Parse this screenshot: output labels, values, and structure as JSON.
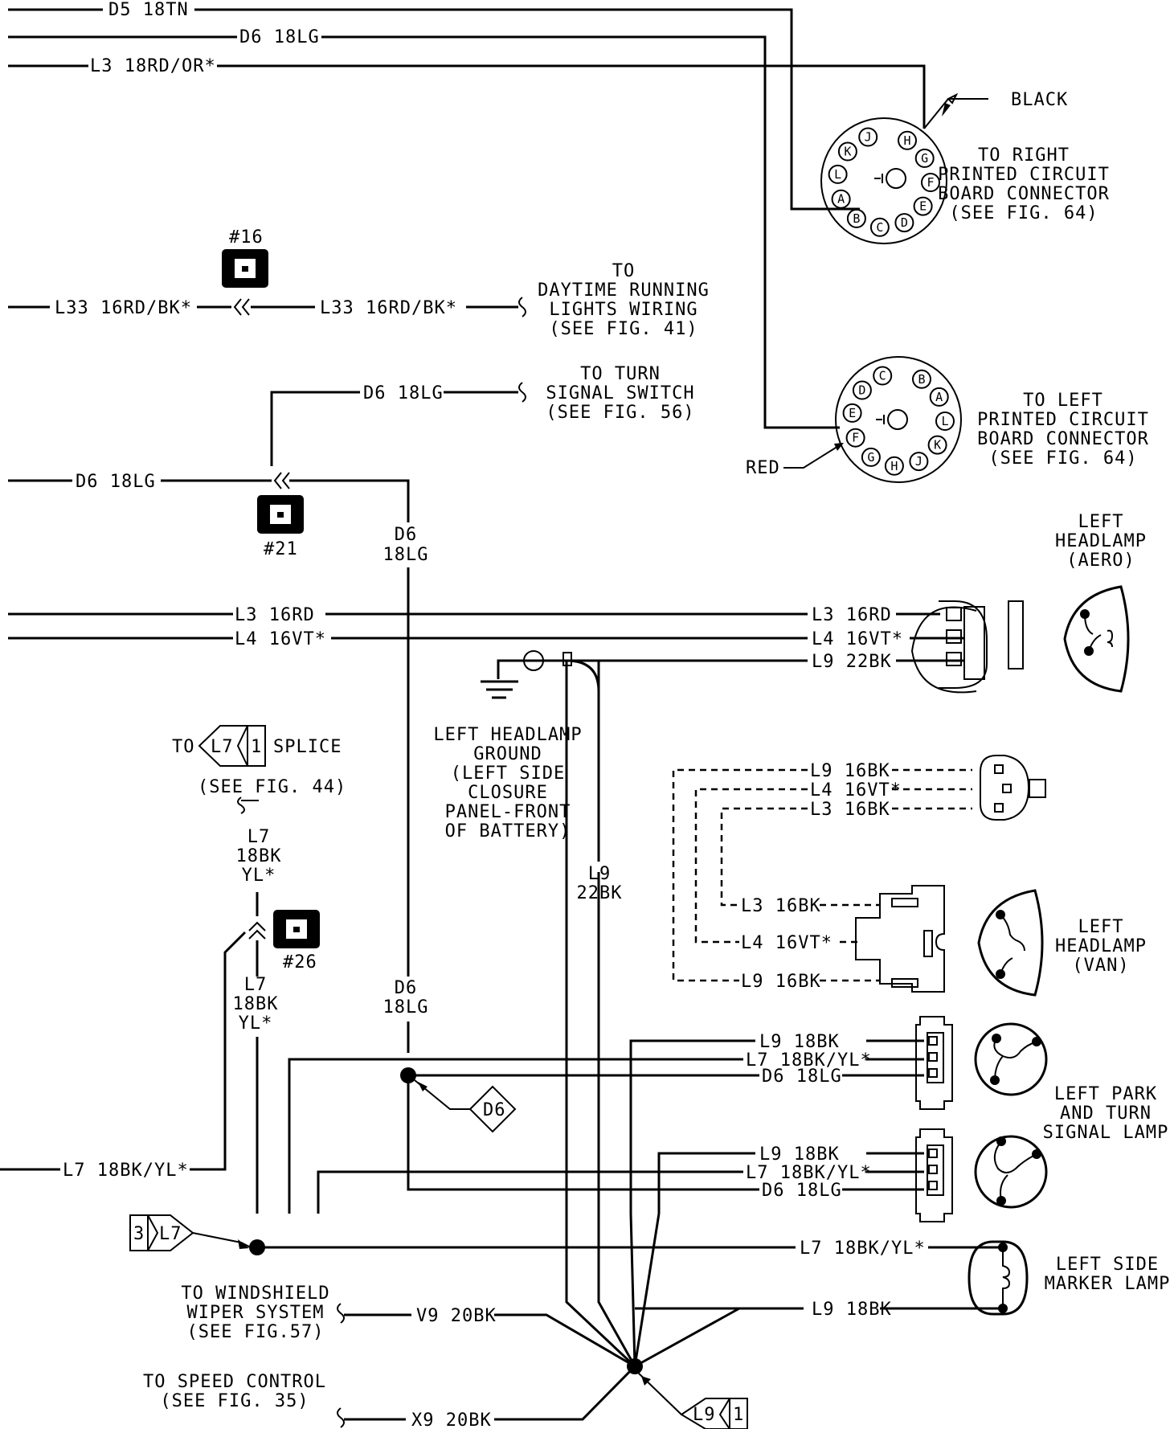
{
  "wires": {
    "d5_18tn": "D5 18TN",
    "d6_18lg_top": "D6 18LG",
    "l3_18rd_or": "L3 18RD/OR*",
    "l33_left": "L33 16RD/BK*",
    "l33_right": "L33 16RD/BK*",
    "d6_18lg_turn": "D6 18LG",
    "d6_18lg_left": "D6 18LG",
    "d6_vertical_top": [
      "D6",
      "18LG"
    ],
    "d6_vertical_bottom": [
      "D6",
      "18LG"
    ],
    "l3_16rd_left": "L3 16RD",
    "l4_16vt_left": "L4 16VT*",
    "l3_16rd_right": "L3 16RD",
    "l4_16vt_right": "L4 16VT*",
    "l9_22bk": "L9 22BK",
    "l9_22bk_vertical": [
      "L9",
      "22BK"
    ],
    "l9_16bk_a": "L9 16BK",
    "l4_16vt_a": "L4 16VT*",
    "l3_16bk_a": "L3 16BK",
    "l3_16bk_b": "L3 16BK",
    "l4_16vt_b": "L4 16VT*",
    "l9_16bk_b": "L9 16BK",
    "l7_vertical_top": [
      "L7",
      "18BK",
      "YL*"
    ],
    "l7_vertical_bottom": [
      "L7",
      "18BK",
      "YL*"
    ],
    "park1_l9": "L9 18BK",
    "park1_l7": "L7 18BK/YL*",
    "park1_d6": "D6 18LG",
    "park2_l9": "L9 18BK",
    "park2_l7": "L7 18BK/YL*",
    "park2_d6": "D6 18LG",
    "l7_left": "L7 18BK/YL*",
    "marker_l7": "L7 18BK/YL*",
    "marker_l9": "L9 18BK",
    "v9_20bk": "V9 20BK",
    "x9_20bk": "X9 20BK"
  },
  "connectors": {
    "c16": "#16",
    "c21": "#21",
    "c26": "#26"
  },
  "labels": {
    "black": "BLACK",
    "red": "RED",
    "right_pcb": [
      "TO RIGHT",
      "PRINTED CIRCUIT",
      "BOARD CONNECTOR",
      "(SEE FIG. 64)"
    ],
    "left_pcb": [
      "TO LEFT",
      "PRINTED CIRCUIT",
      "BOARD CONNECTOR",
      "(SEE FIG. 64)"
    ],
    "drl": [
      "TO",
      "DAYTIME RUNNING",
      "LIGHTS WIRING",
      "(SEE FIG. 41)"
    ],
    "turn_switch": [
      "TO TURN",
      "SIGNAL SWITCH",
      "(SEE FIG. 56)"
    ],
    "headlamp_aero": [
      "LEFT",
      "HEADLAMP",
      "(AERO)"
    ],
    "headlamp_van": [
      "LEFT",
      "HEADLAMP",
      "(VAN)"
    ],
    "ground": [
      "LEFT HEADLAMP",
      "GROUND",
      "(LEFT SIDE",
      "CLOSURE",
      "PANEL-FRONT",
      "OF BATTERY)"
    ],
    "splice_to": "TO",
    "splice_word": "SPLICE",
    "splice_see": "(SEE FIG. 44)",
    "park_turn": [
      "LEFT PARK",
      "AND TURN",
      "SIGNAL LAMP"
    ],
    "side_marker": [
      "LEFT SIDE",
      "MARKER LAMP"
    ],
    "wiper": [
      "TO WINDSHIELD",
      "WIPER SYSTEM",
      "(SEE FIG.57)"
    ],
    "speed": [
      "TO SPEED CONTROL",
      "(SEE FIG. 35)"
    ]
  },
  "splices": {
    "l7_fig44": {
      "code": "L7",
      "num": "1"
    },
    "d6": {
      "code": "D6"
    },
    "l7_3": {
      "code": "L7",
      "num": "3"
    },
    "l9_1": {
      "code": "L9",
      "num": "1"
    }
  },
  "right_pcb_pins": [
    "H",
    "G",
    "F",
    "E",
    "D",
    "C",
    "B",
    "A",
    "L",
    "K",
    "J"
  ],
  "left_pcb_pins": [
    "B",
    "A",
    "L",
    "K",
    "J",
    "H",
    "G",
    "F",
    "E",
    "D",
    "C"
  ]
}
